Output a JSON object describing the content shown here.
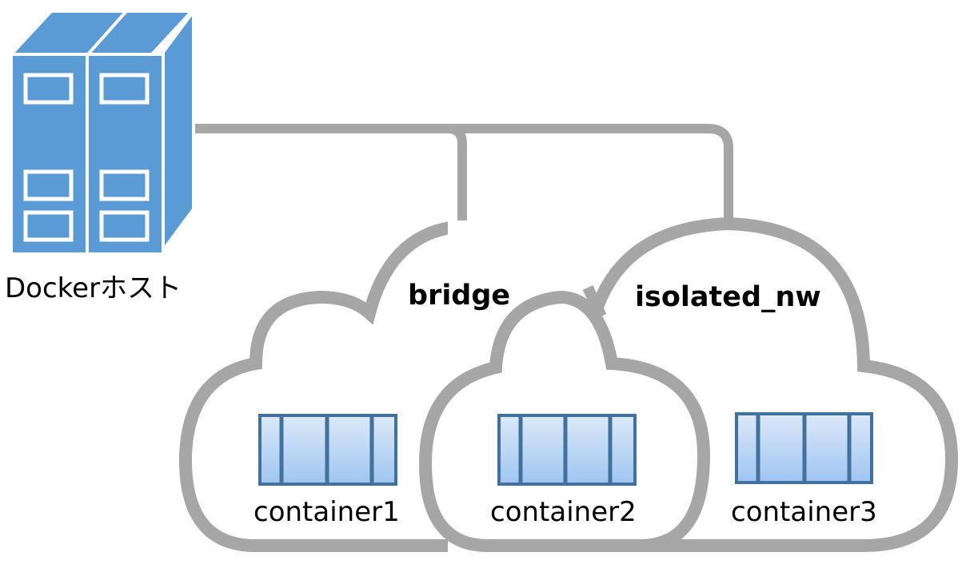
{
  "host": {
    "label": "Dockerホスト",
    "icon": "server-icon",
    "color": "#5b9bd5"
  },
  "networks": [
    {
      "name": "bridge"
    },
    {
      "name": "isolated_nw"
    }
  ],
  "containers": [
    {
      "name": "container1",
      "network": "bridge"
    },
    {
      "name": "container2",
      "network": "bridge, isolated_nw"
    },
    {
      "name": "container3",
      "network": "isolated_nw"
    }
  ],
  "colors": {
    "line": "#a6a6a6",
    "container_border": "#41719c",
    "container_fill_top": "#dce9f8",
    "container_fill_bottom": "#9fc5f2"
  }
}
